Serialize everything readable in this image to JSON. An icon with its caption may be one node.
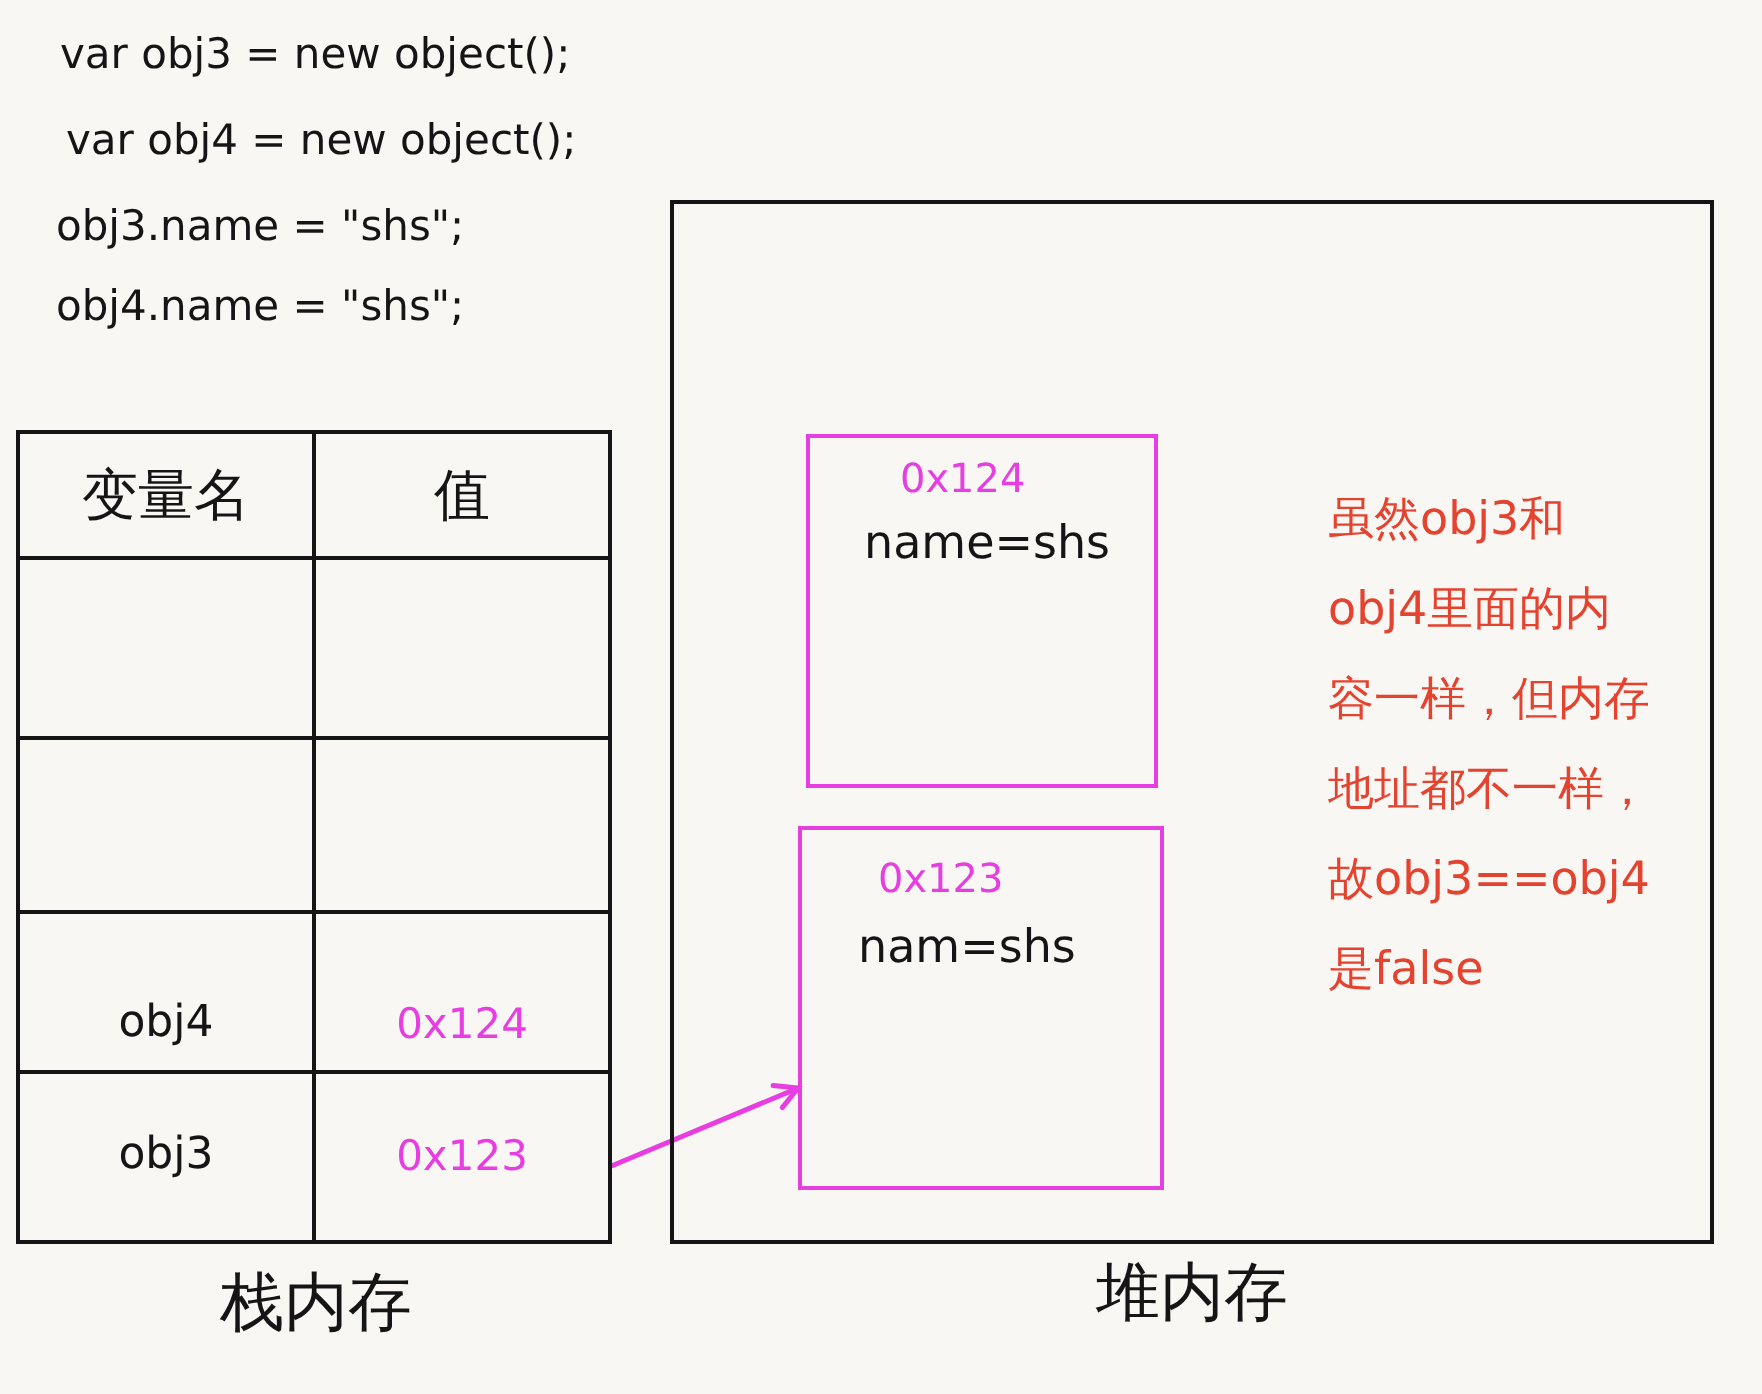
{
  "diagram": {
    "nodes": [
      {
        "text": [
          "栈内存"
        ]
      },
      {
        "text": [
          "变量名"
        ],
        "in": 0
      },
      {
        "text": [
          "值"
        ],
        "in": 0
      },
      {
        "text": [],
        "shape": "box",
        "in": 0
      },
      {
        "text": [],
        "shape": "box",
        "in": 0
      },
      {
        "text": [],
        "shape": "box",
        "in": 0
      },
      {
        "text": [],
        "shape": "box",
        "in": 0
      },
      {
        "text": [
          "obj4"
        ],
        "in": 0
      },
      {
        "text": [
          "0x124"
        ],
        "in": 0
      },
      {
        "text": [
          "obj3"
        ],
        "in": 0
      },
      {
        "text": [
          "0x123"
        ],
        "in": 0
      },
      {
        "text": [
          "堆内存"
        ]
      },
      {
        "text": [
          "0x124",
          "name=shs"
        ],
        "in": 11
      },
      {
        "text": [
          "0x123",
          "nam=shs"
        ],
        "in": 11
      }
    ],
    "edges": [
      {
        "from": 10,
        "to": 13,
        "arrow": "to",
        "color": "#e63ee0"
      }
    ],
    "labels": [
      "var obj3 = new object();",
      "var obj4 = new object();",
      "obj3.name = \"shs\";",
      "obj4.name = \"shs\";",
      "虽然obj3和obj4里面的内容一样，但内存地址都不一样，故obj3==obj4是false"
    ]
  }
}
